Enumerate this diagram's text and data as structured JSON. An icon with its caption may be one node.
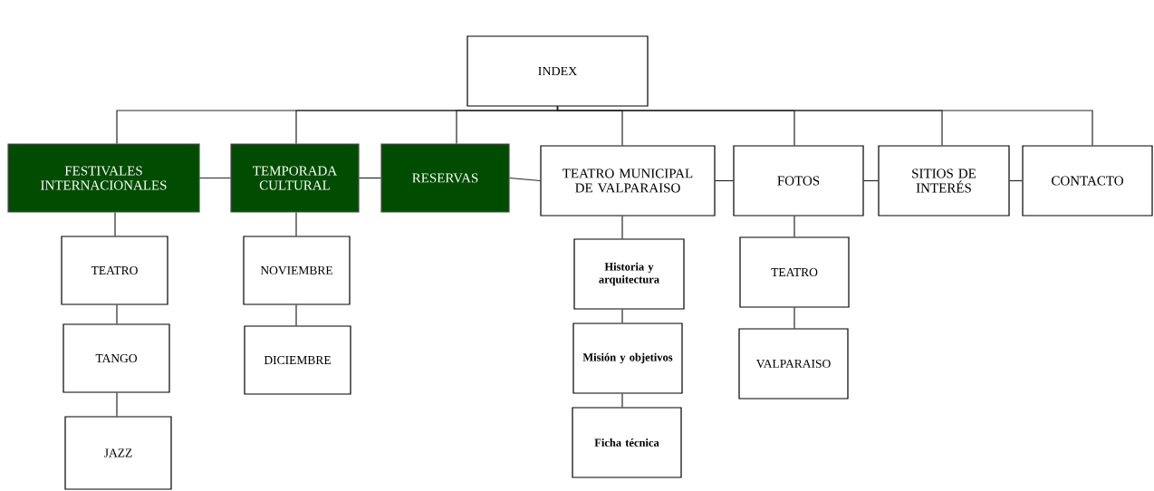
{
  "diagram": {
    "nodes": [
      {
        "text": [
          "INDEX"
        ]
      },
      {
        "text": [
          "FESTIVALES INTERNACIONALES"
        ]
      },
      {
        "text": [
          "TEMPORADA CULTURAL"
        ]
      },
      {
        "text": [
          "RESERVAS"
        ]
      },
      {
        "text": [
          "TEATRO MUNICIPAL DE VALPARAISO"
        ]
      },
      {
        "text": [
          "FOTOS"
        ]
      },
      {
        "text": [
          "SITIOS DE INTERÉS"
        ]
      },
      {
        "text": [
          "CONTACTO"
        ]
      },
      {
        "text": [
          "TEATRO"
        ]
      },
      {
        "text": [
          "TANGO"
        ]
      },
      {
        "text": [
          "JAZZ"
        ]
      },
      {
        "text": [
          "NOVIEMBRE"
        ]
      },
      {
        "text": [
          "DICIEMBRE"
        ]
      },
      {
        "text": [
          "Historia y arquitectura"
        ]
      },
      {
        "text": [
          "Misión y objetivos"
        ]
      },
      {
        "text": [
          "Ficha técnica"
        ]
      },
      {
        "text": [
          "TEATRO"
        ]
      },
      {
        "text": [
          "VALPARAISO"
        ]
      }
    ],
    "edges": [
      {
        "from": 0,
        "to": 1,
        "arrow": "none"
      },
      {
        "from": 0,
        "to": 2,
        "arrow": "none"
      },
      {
        "from": 0,
        "to": 3,
        "arrow": "none"
      },
      {
        "from": 0,
        "to": 4,
        "arrow": "none"
      },
      {
        "from": 0,
        "to": 5,
        "arrow": "none"
      },
      {
        "from": 0,
        "to": 6,
        "arrow": "none"
      },
      {
        "from": 0,
        "to": 7,
        "arrow": "none"
      },
      {
        "from": 1,
        "to": 2,
        "arrow": "none"
      },
      {
        "from": 2,
        "to": 3,
        "arrow": "none"
      },
      {
        "from": 3,
        "to": 4,
        "arrow": "none"
      },
      {
        "from": 4,
        "to": 5,
        "arrow": "none"
      },
      {
        "from": 5,
        "to": 6,
        "arrow": "none"
      },
      {
        "from": 6,
        "to": 7,
        "arrow": "none"
      },
      {
        "from": 1,
        "to": 8,
        "arrow": "none"
      },
      {
        "from": 8,
        "to": 9,
        "arrow": "none"
      },
      {
        "from": 9,
        "to": 10,
        "arrow": "none"
      },
      {
        "from": 2,
        "to": 11,
        "arrow": "none"
      },
      {
        "from": 11,
        "to": 12,
        "arrow": "none"
      },
      {
        "from": 4,
        "to": 13,
        "arrow": "none"
      },
      {
        "from": 13,
        "to": 14,
        "arrow": "none"
      },
      {
        "from": 14,
        "to": 15,
        "arrow": "none"
      },
      {
        "from": 5,
        "to": 16,
        "arrow": "none"
      },
      {
        "from": 16,
        "to": 17,
        "arrow": "none"
      }
    ]
  }
}
